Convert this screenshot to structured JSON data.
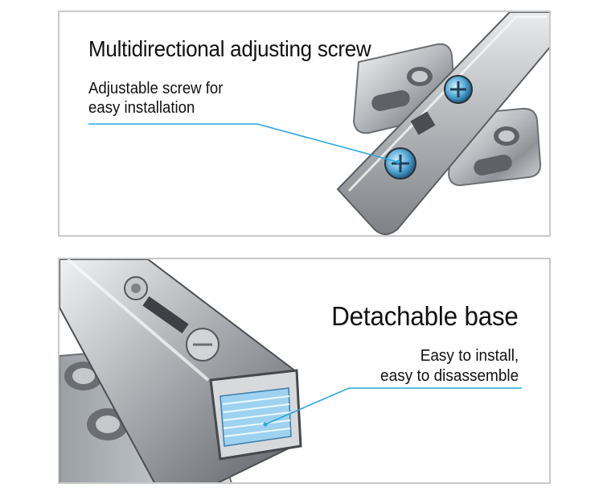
{
  "panels": [
    {
      "heading": "Multidirectional adjusting screw",
      "caption_lines": [
        "Adjustable screw for",
        "easy installation"
      ],
      "illustration": "hinge-mounting-plate-with-adjusting-screw"
    },
    {
      "heading": "Detachable base",
      "caption_lines": [
        "Easy to install,",
        "easy to disassemble"
      ],
      "illustration": "hinge-arm-with-detachable-base-clip"
    }
  ],
  "colors": {
    "border": "#c9c9c9",
    "callout_line": "#29a8e0",
    "text": "#111111"
  }
}
